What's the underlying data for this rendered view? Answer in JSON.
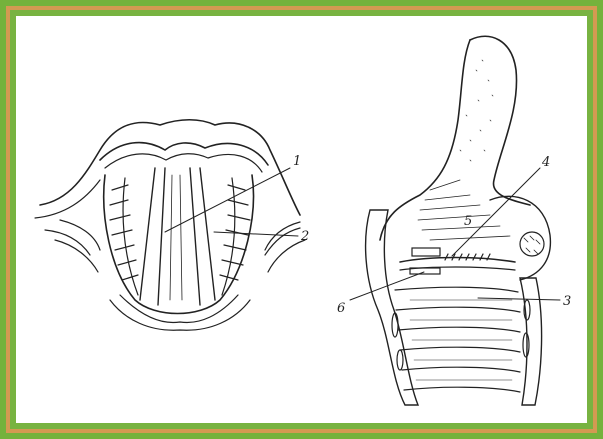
{
  "labels": {
    "l1": "1",
    "l2": "2",
    "l3": "3",
    "l4": "4",
    "l5": "5",
    "l6": "6"
  },
  "colors": {
    "frame_green": "#78b341",
    "frame_orange": "#d39a52",
    "ink": "#222222"
  }
}
